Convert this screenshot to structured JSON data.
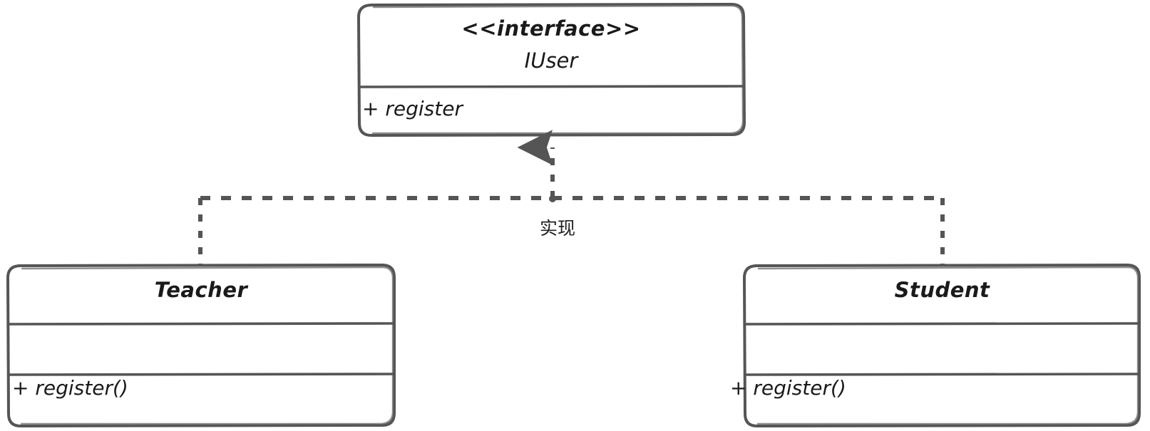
{
  "diagram": {
    "kind": "uml-class-diagram",
    "style": "hand-drawn-sketch",
    "colors": {
      "stroke": "#555555",
      "text": "#1a1a1a",
      "background": "#ffffff"
    }
  },
  "interface_box": {
    "stereotype": "<<interface>>",
    "name": "IUser",
    "methods": [
      "+ register"
    ]
  },
  "teacher_box": {
    "name": "Teacher",
    "attributes": [],
    "methods": [
      "+ register()"
    ]
  },
  "student_box": {
    "name": "Student",
    "attributes": [],
    "methods": [
      "+ register()"
    ]
  },
  "relationship": {
    "label": "实现",
    "type": "realization",
    "line_style": "dashed",
    "arrowhead": "hollow-triangle-solid-fill"
  }
}
